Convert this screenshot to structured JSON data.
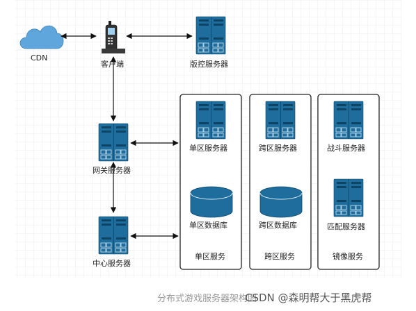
{
  "labels": {
    "cdn": "CDN",
    "client": "客户端",
    "version_server": "版控服务器",
    "gateway_server": "网关服务器",
    "center_server": "中心服务器",
    "zone_server": "单区服务器",
    "cross_zone_server": "跨区服务器",
    "battle_server": "战斗服务器",
    "zone_db": "单区数据库",
    "cross_zone_db": "跨区数据库",
    "match_server": "匹配服务器",
    "zone_service": "单区服务",
    "cross_zone_service": "跨区服务",
    "mirror_service": "镜像服务"
  },
  "watermark": {
    "title": "分布式游戏服务器架构图",
    "source": "CSDN @森明帮大于黑虎帮"
  },
  "colors": {
    "server_fill": "#1f6d9c",
    "server_dark": "#175a82",
    "cdn_fill": "#5fa6dc",
    "grid": "#eeeeee",
    "arrow": "#111111"
  }
}
